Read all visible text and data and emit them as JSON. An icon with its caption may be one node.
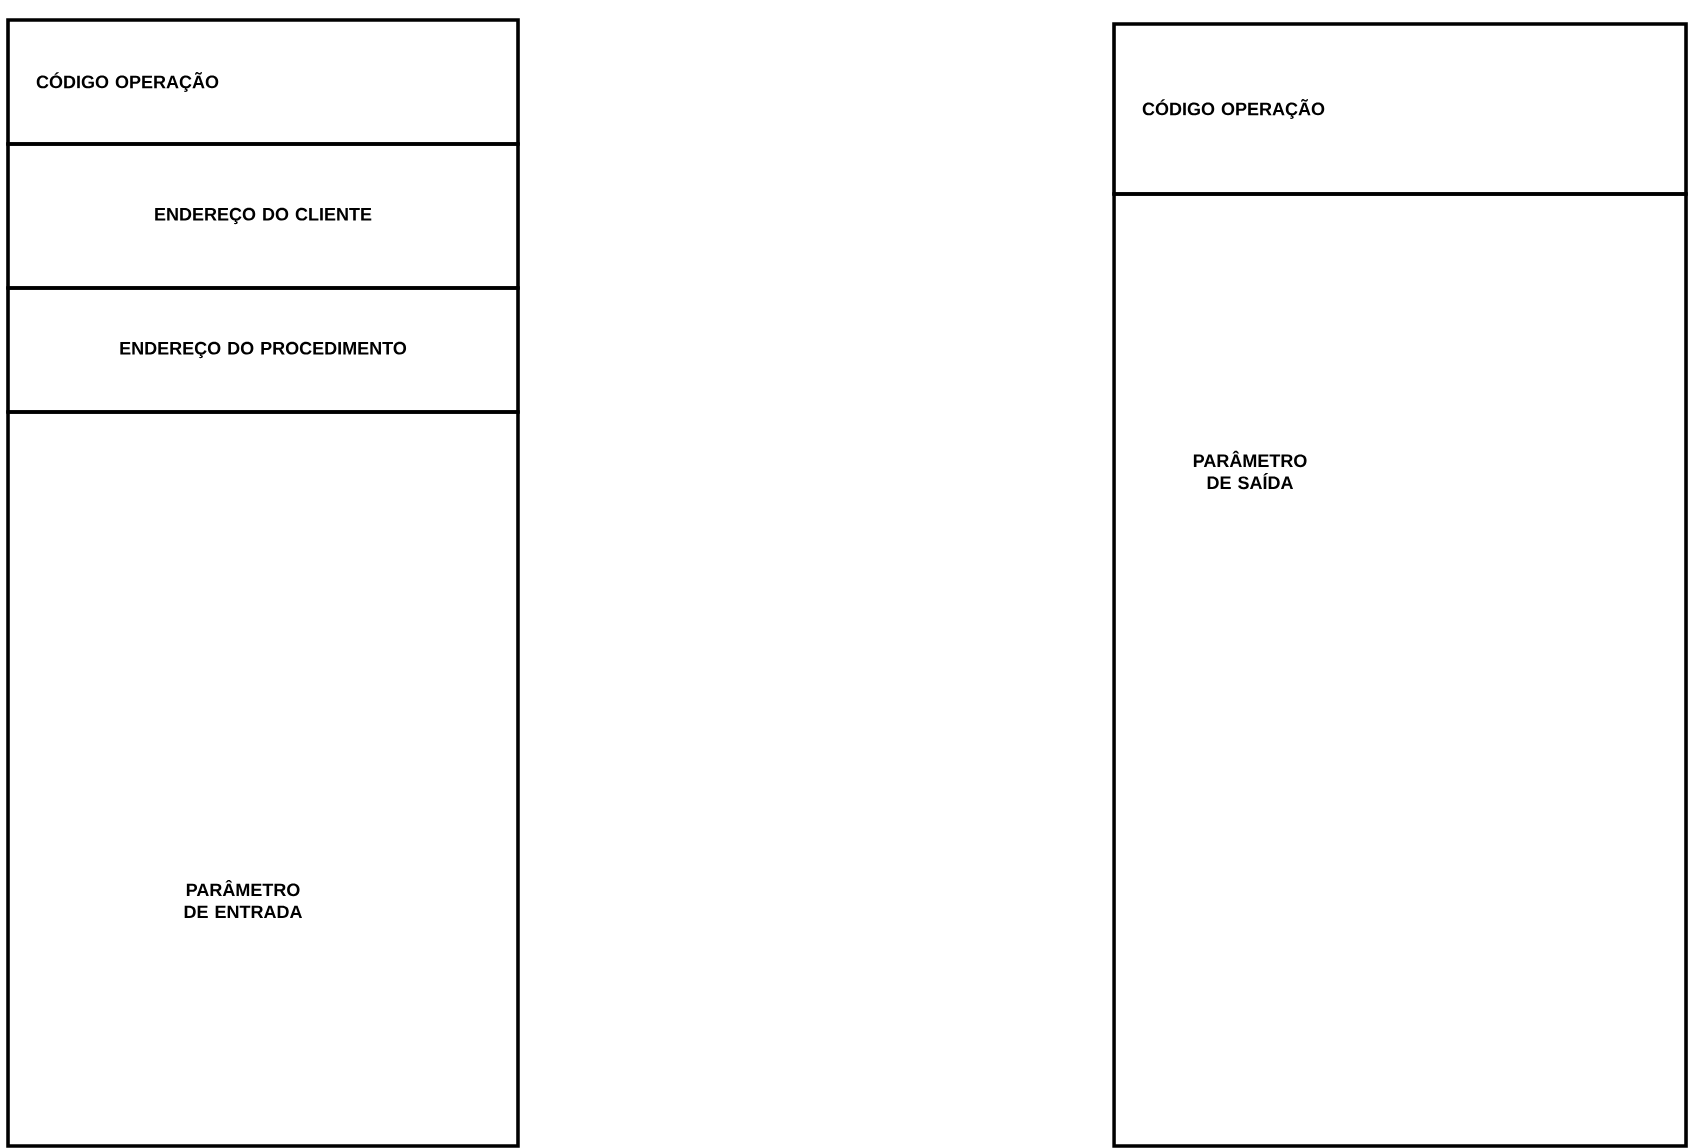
{
  "diagram": {
    "nodes": [
      {
        "text": [
          "CÓDIGO OPERAÇÃO"
        ]
      },
      {
        "text": [
          "ENDEREÇO DO CLIENTE"
        ]
      },
      {
        "text": [
          "ENDEREÇO DO PROCEDIMENTO"
        ]
      },
      {
        "text": [
          "PARÂMETRO DE ENTRADA"
        ]
      },
      {
        "text": [
          "CÓDIGO OPERAÇÃO"
        ]
      },
      {
        "text": [
          "PARÂMETRO DE SAÍDA"
        ]
      }
    ]
  }
}
